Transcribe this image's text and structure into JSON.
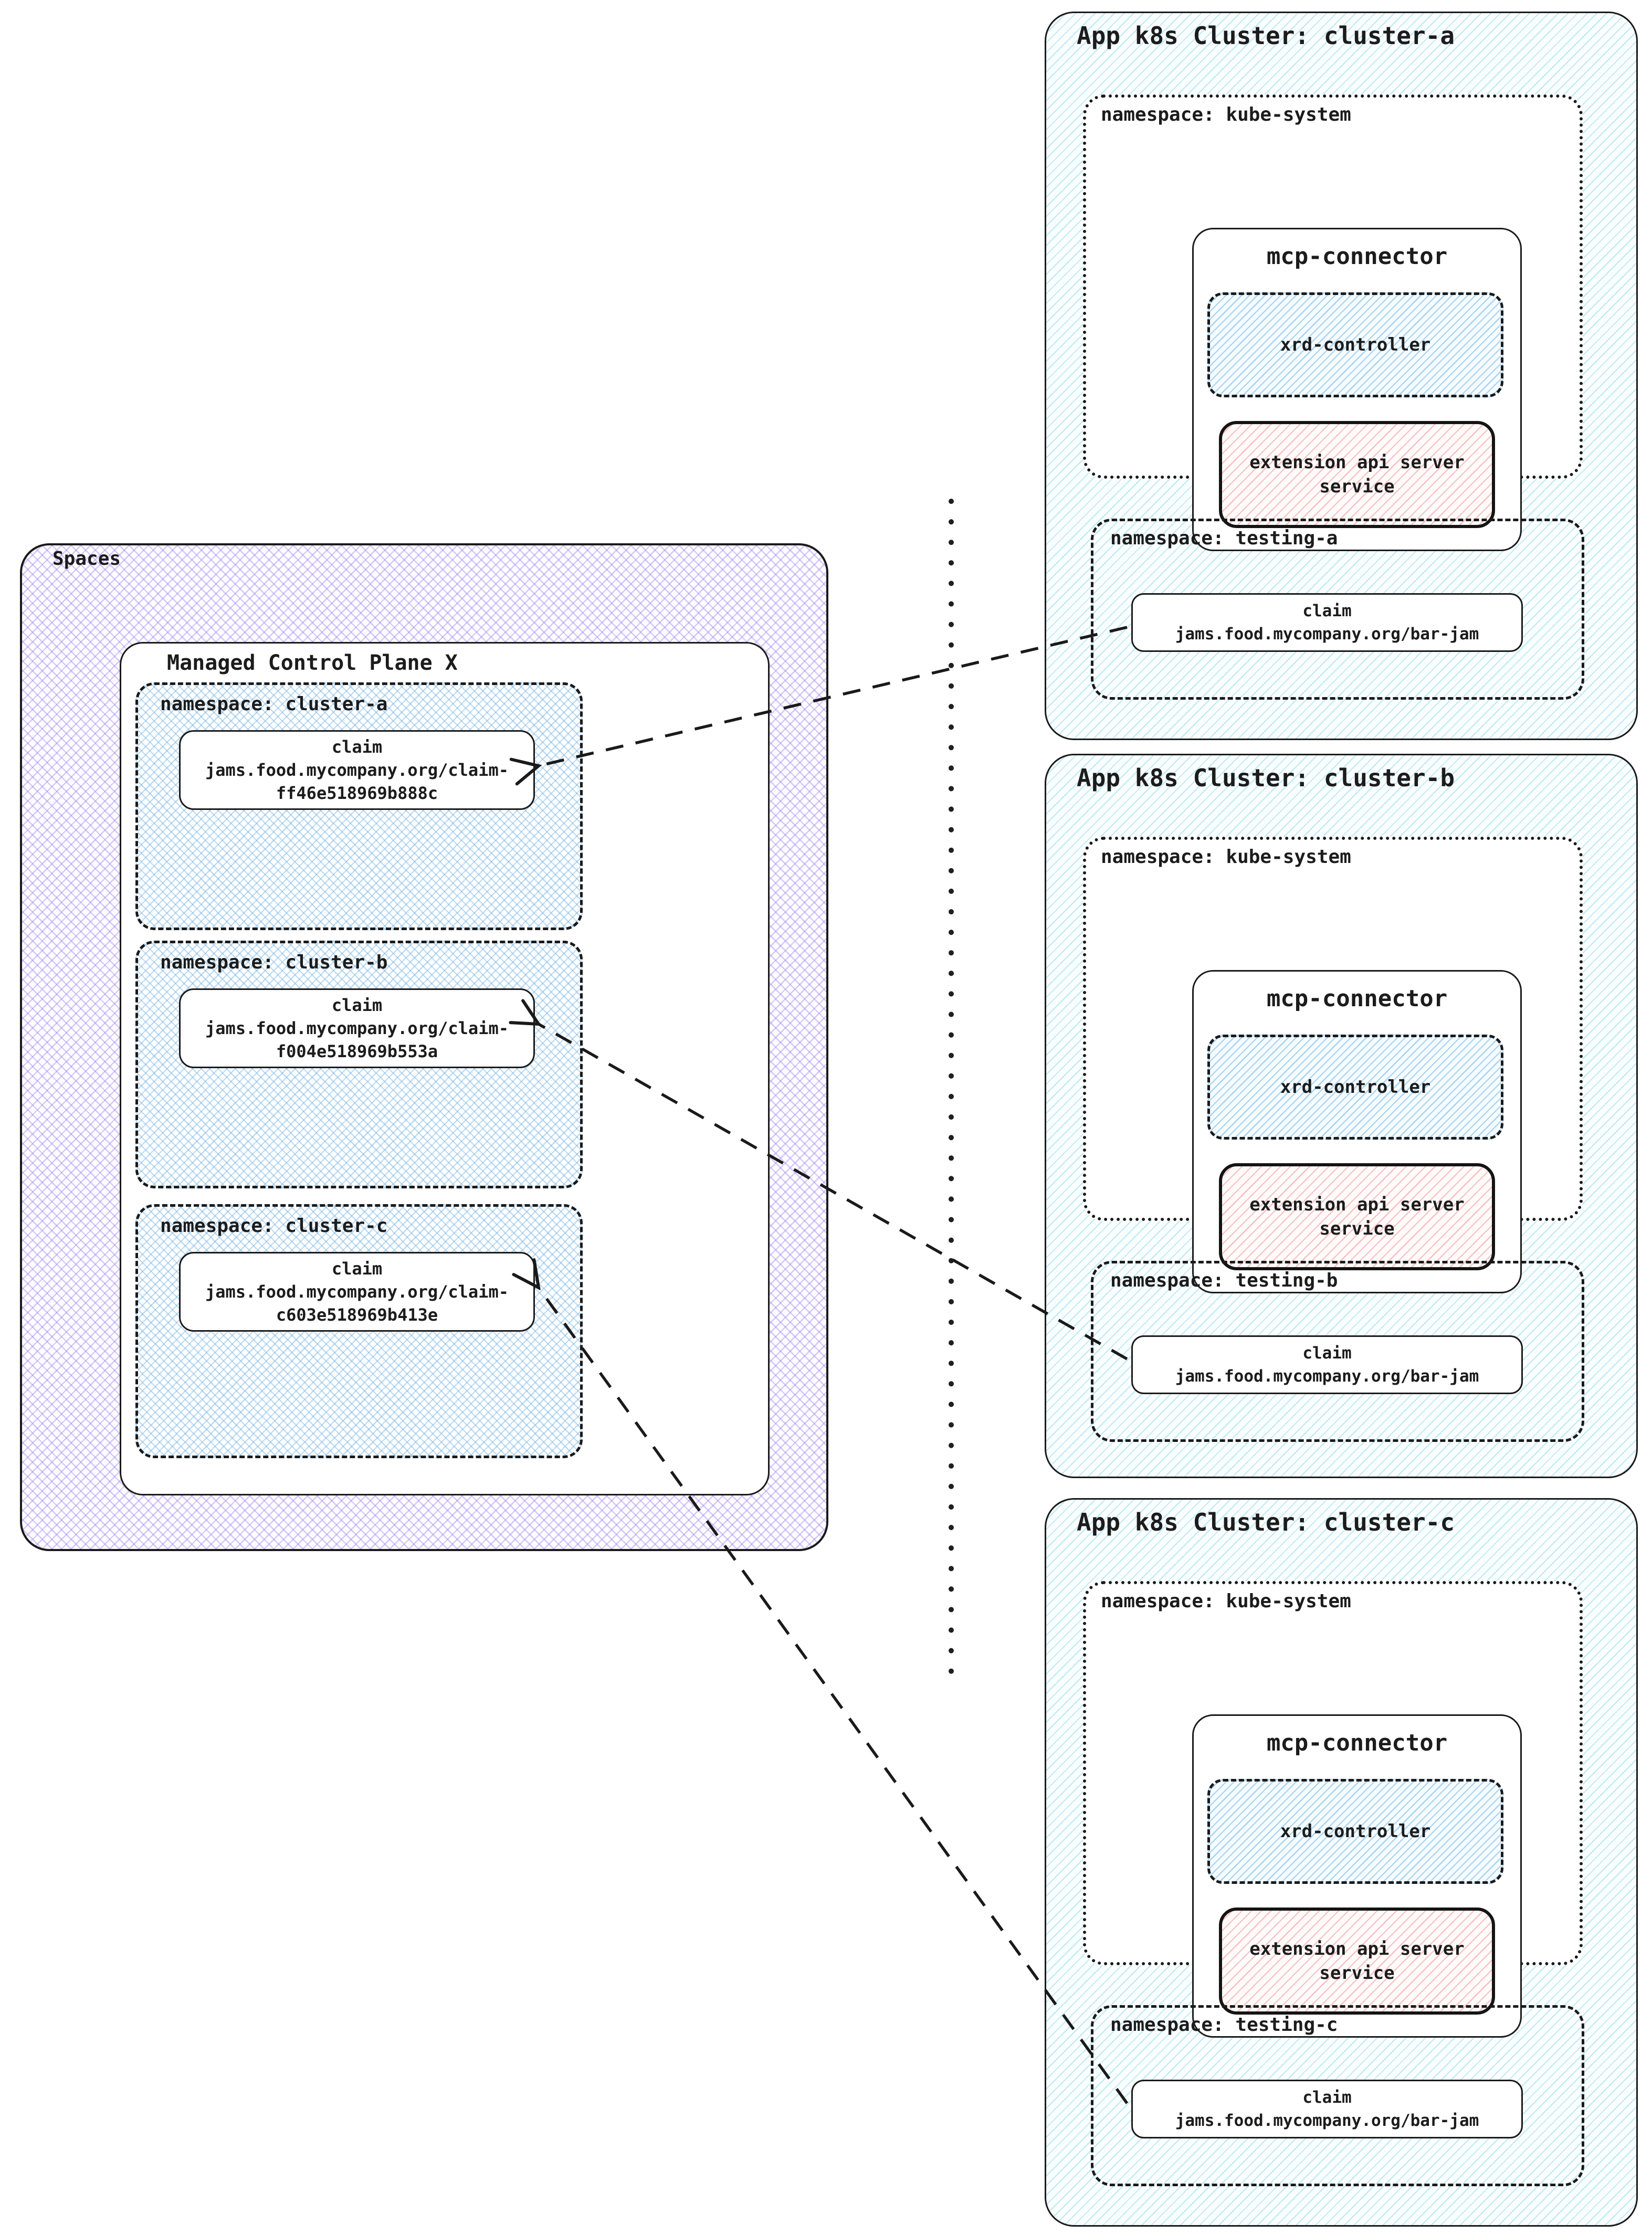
{
  "colors": {
    "ink": "#1c1c1c",
    "purple_hatch": "#947aee",
    "blue_crosshatch": "#60a8e0",
    "cyan_hatch": "#48c4e8",
    "pink_hatch": "#ee807a"
  },
  "spaces": {
    "label": "Spaces",
    "control_plane": {
      "label": "Managed Control Plane X",
      "namespaces": [
        {
          "label": "namespace: cluster-a",
          "claim": {
            "title": "claim",
            "line1": "jams.food.mycompany.org/claim-",
            "line2": "ff46e518969b888c"
          }
        },
        {
          "label": "namespace: cluster-b",
          "claim": {
            "title": "claim",
            "line1": "jams.food.mycompany.org/claim-",
            "line2": "f004e518969b553a"
          }
        },
        {
          "label": "namespace: cluster-c",
          "claim": {
            "title": "claim",
            "line1": "jams.food.mycompany.org/claim-",
            "line2": "c603e518969b413e"
          }
        }
      ]
    }
  },
  "clusters": [
    {
      "title": "App k8s Cluster: cluster-a",
      "kube_namespace": {
        "label": "namespace: kube-system",
        "mcp_connector": {
          "label": "mcp-connector",
          "xrd_controller": "xrd-controller",
          "extension_api": "extension api server service"
        }
      },
      "testing_namespace": {
        "label": "namespace: testing-a",
        "claim": {
          "title": "claim",
          "line": "jams.food.mycompany.org/bar-jam"
        }
      }
    },
    {
      "title": "App k8s Cluster: cluster-b",
      "kube_namespace": {
        "label": "namespace: kube-system",
        "mcp_connector": {
          "label": "mcp-connector",
          "xrd_controller": "xrd-controller",
          "extension_api": "extension api server service"
        }
      },
      "testing_namespace": {
        "label": "namespace: testing-b",
        "claim": {
          "title": "claim",
          "line": "jams.food.mycompany.org/bar-jam"
        }
      }
    },
    {
      "title": "App k8s Cluster: cluster-c",
      "kube_namespace": {
        "label": "namespace: kube-system",
        "mcp_connector": {
          "label": "mcp-connector",
          "xrd_controller": "xrd-controller",
          "extension_api": "extension api server service"
        }
      },
      "testing_namespace": {
        "label": "namespace: testing-c",
        "claim": {
          "title": "claim",
          "line": "jams.food.mycompany.org/bar-jam"
        }
      }
    }
  ]
}
